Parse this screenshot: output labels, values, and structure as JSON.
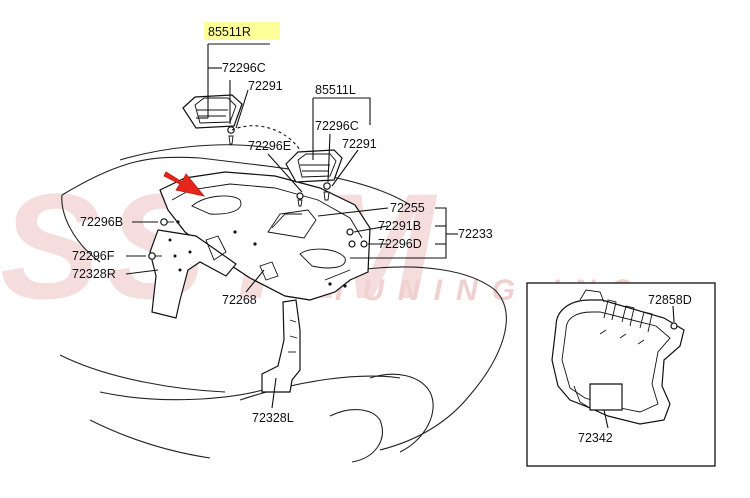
{
  "watermark": {
    "brand": "SSTM",
    "tagline": "TUNING INC"
  },
  "colors": {
    "highlight": "#ffff99",
    "arrow": "#e8271c",
    "line": "#111111",
    "watermark": "#f2d3d3"
  },
  "labels": {
    "p85511R": "85511R",
    "p72296C_top": "72296C",
    "p72291_top": "72291",
    "p85511L": "85511L",
    "p72296C_mid": "72296C",
    "p72291_mid": "72291",
    "p72296E": "72296E",
    "p72255": "72255",
    "p72291B": "72291B",
    "p72296D": "72296D",
    "p72233": "72233",
    "p72296B": "72296B",
    "p72296F": "72296F",
    "p72328R": "72328R",
    "p72268": "72268",
    "p72328L": "72328L",
    "p72858D": "72858D",
    "p72342": "72342"
  },
  "highlighted_part": "85511R",
  "arrow_icon": "red-pointer-arrow"
}
